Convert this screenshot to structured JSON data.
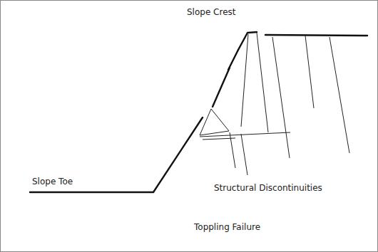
{
  "diagram": {
    "caption": "Toppling Failure",
    "labels": [
      "Slope Crest",
      "Slope Toe",
      "Structural Discontinuities"
    ]
  }
}
